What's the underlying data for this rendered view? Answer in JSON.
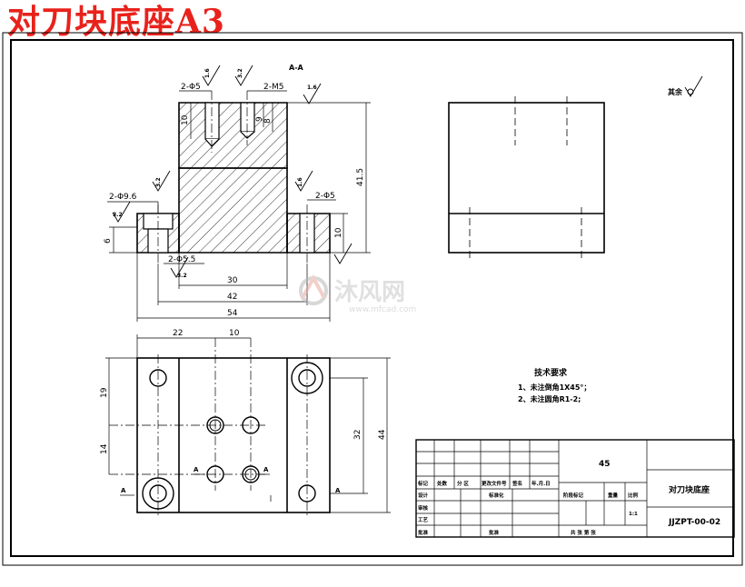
{
  "title": "对刀块底座A3",
  "section_label": "A-A",
  "roughness_general": "其余",
  "front_view": {
    "dims": {
      "hole_top_left": "2-Φ5",
      "hole_top_right": "2-M5",
      "depth_10": "10",
      "depth_8": "8",
      "depth_9": "9",
      "height_total": "41.5",
      "cbore": "2-Φ9.6",
      "hole_side": "2-Φ5",
      "left_6": "6",
      "right_10": "10",
      "thru_hole": "2-Φ5.5",
      "w30": "30",
      "w42": "42",
      "w54": "54"
    },
    "roughness": [
      "1.6",
      "3.2",
      "1.6",
      "3.2",
      "3.2",
      "1.6",
      "3.2"
    ]
  },
  "plan_view": {
    "dims": {
      "w22": "22",
      "w10": "10",
      "h19": "19",
      "h14": "14",
      "h32": "32",
      "h44": "44"
    },
    "section_marks": [
      "A",
      "A",
      "A",
      "A"
    ]
  },
  "tech_req": {
    "heading": "技术要求",
    "lines": [
      "1、未注倒角1X45°；",
      "2、未注圆角R1-2;"
    ]
  },
  "title_block": {
    "material": "45",
    "part_name": "对刀块底座",
    "drawing_no": "JJZPT-00-02",
    "labels": {
      "mark": "标记",
      "count": "处数",
      "zone": "分 区",
      "change_doc": "更改文件号",
      "sign": "签名",
      "date": "年.月.日",
      "design": "设计",
      "standardize": "标准化",
      "check": "审核",
      "craft": "工艺",
      "approve": "批准",
      "stage": "阶段标记",
      "weight": "重量",
      "scale": "比例",
      "sheets": "共  张  第  张",
      "ratio": "1:1"
    }
  },
  "watermark": {
    "brand": "沐风网",
    "url": "www.mfcad.com"
  }
}
